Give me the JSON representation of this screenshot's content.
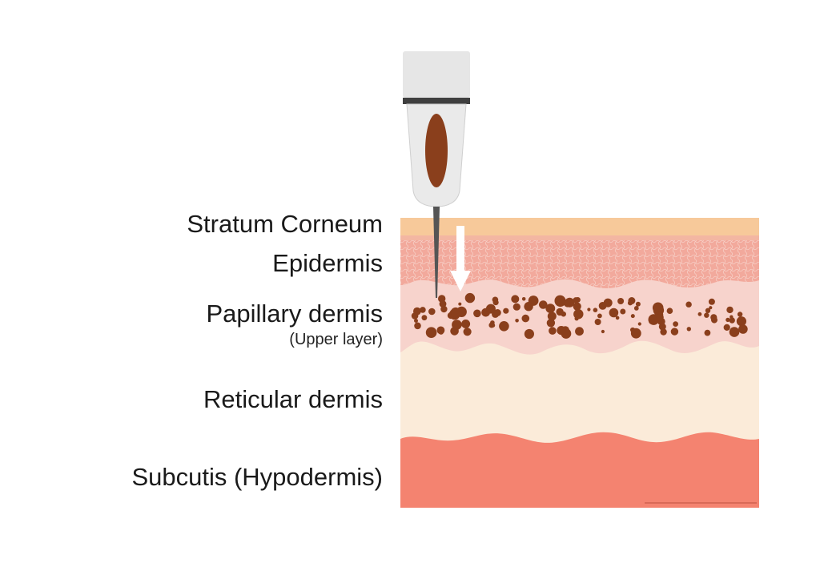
{
  "labels": {
    "stratum_corneum": "Stratum Corneum",
    "epidermis": "Epidermis",
    "papillary_dermis": "Papillary dermis",
    "papillary_note": "(Upper layer)",
    "reticular_dermis": "Reticular dermis",
    "subcutis": "Subcutis (Hypodermis)"
  },
  "colors": {
    "stratum_corneum": "#f7c99a",
    "epidermis": "#f3a89a",
    "papillary_dermis": "#f7d3cc",
    "reticular_dermis": "#fbebd9",
    "subcutis": "#f48370",
    "pigment": "#8a3f1c",
    "needle_body": "#e8e8e8",
    "needle_band": "#3a3a3a",
    "ink": "#8a3f1c"
  },
  "icons": {
    "needle": "tattoo-needle-icon",
    "arrow": "down-arrow-icon"
  }
}
